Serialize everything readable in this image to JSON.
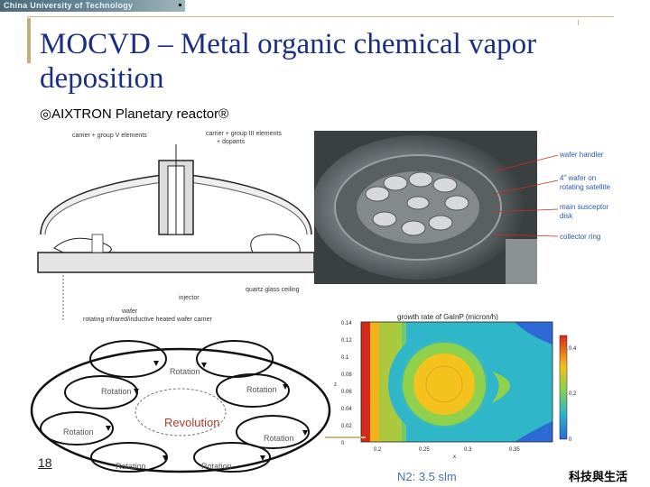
{
  "header": {
    "banner_text": "China University of Technology"
  },
  "slide": {
    "title": "MOCVD – Metal organic chemical vapor deposition",
    "subtitle": "◎AIXTRON Planetary reactor®",
    "page_number": "18",
    "gas_flow": "N2: 3.5 slm",
    "corner_text": "科技與生活"
  },
  "reactor_diagram": {
    "label_carrier_v": "carrier + group V elements",
    "label_carrier_iii": "carrier + group III elements",
    "label_dopants": "+ dopants",
    "label_injector": "injector",
    "label_quartz": "quartz glass ceiling",
    "label_wafer": "wafer",
    "label_carrier_plate": "rotating infrared/inductive heated wafer carrier"
  },
  "photo": {
    "label_wafer_handler": "wafer handler",
    "label_wafer_on": "4\" wafer on",
    "label_rotating_satellite": "rotating satellite",
    "label_main_susceptor": "main susceptor",
    "label_disk": "disk",
    "label_collector_ring": "collector ring"
  },
  "rotation_diagram": {
    "rotation_label": "Rotation",
    "revolution_label": "Revolution"
  },
  "contour": {
    "title": "growth rate of GaInP (micron/h)",
    "x_label": "x",
    "y_label": "z",
    "x_ticks": [
      "0.2",
      "0.25",
      "0.3",
      "0.35"
    ],
    "y_ticks": [
      "0.14",
      "0.12",
      "0.1",
      "0.08",
      "0.06",
      "0.04",
      "0.02",
      "0"
    ],
    "colorbar_ticks": [
      "0.4",
      "0.2",
      "0"
    ],
    "colors": {
      "high": "#d62a1c",
      "mid_high": "#f4c21c",
      "mid": "#8fd14a",
      "low": "#2fb6c9",
      "lowest": "#2d6ad3"
    }
  }
}
